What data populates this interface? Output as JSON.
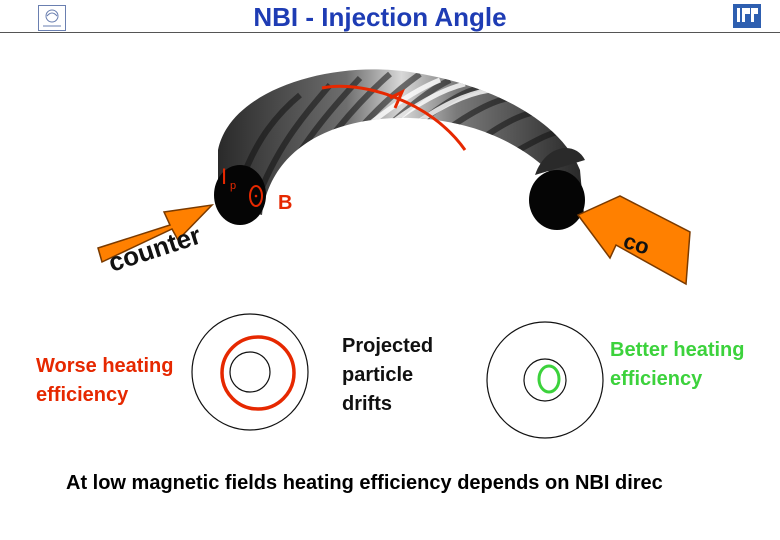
{
  "slide": {
    "title": "NBI - Injection Angle",
    "logos": {
      "left": "institute-logo",
      "right": "ipp-logo"
    }
  },
  "torus": {
    "ip_label": "I",
    "ip_subscript": "p",
    "b_label": "B",
    "counter_label": "counter",
    "co_label": "co",
    "colors": {
      "arrow": "#ff8000",
      "field_line": "#e62800"
    }
  },
  "drifts": {
    "left_caption_line1": "Worse heating",
    "left_caption_line2": "efficiency",
    "middle_caption_line1": "Projected",
    "middle_caption_line2": "particle",
    "middle_caption_line3": "drifts",
    "right_caption_line1": "Better heating",
    "right_caption_line2": "efficiency",
    "colors": {
      "worse": "#e62800",
      "better": "#3cd23c"
    }
  },
  "conclusion": "At low magnetic fields heating efficiency depends on NBI direc"
}
